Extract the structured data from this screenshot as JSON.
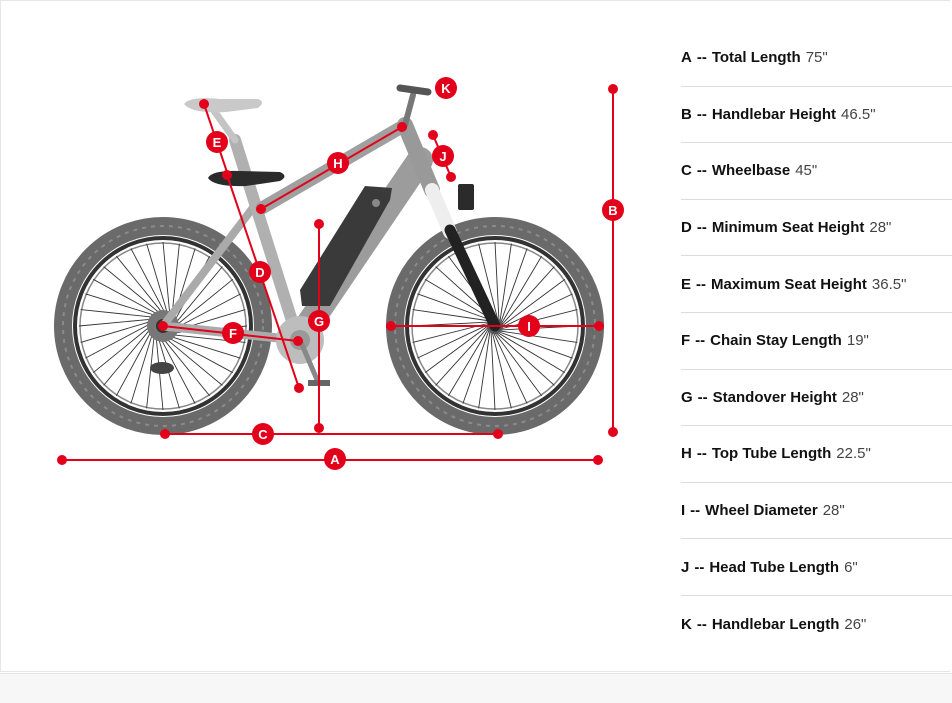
{
  "theme": {
    "accent": "#e2001a",
    "bike_gray": "#a9a9a9",
    "tire": "#555555"
  },
  "diagram_labels": [
    "A",
    "B",
    "C",
    "D",
    "E",
    "F",
    "G",
    "H",
    "I",
    "J",
    "K"
  ],
  "specs": [
    {
      "letter": "A",
      "sep": "--",
      "name": "Total Length",
      "value": "75\""
    },
    {
      "letter": "B",
      "sep": "--",
      "name": "Handlebar Height",
      "value": "46.5\""
    },
    {
      "letter": "C",
      "sep": "--",
      "name": "Wheelbase",
      "value": "45\""
    },
    {
      "letter": "D",
      "sep": "--",
      "name": "Minimum Seat Height",
      "value": "28\""
    },
    {
      "letter": "E",
      "sep": "--",
      "name": "Maximum Seat Height",
      "value": "36.5\""
    },
    {
      "letter": "F",
      "sep": "--",
      "name": "Chain Stay Length",
      "value": "19\""
    },
    {
      "letter": "G",
      "sep": "--",
      "name": "Standover Height",
      "value": "28\""
    },
    {
      "letter": "H",
      "sep": "--",
      "name": "Top Tube Length",
      "value": "22.5\""
    },
    {
      "letter": "I",
      "sep": "--",
      "name": "Wheel Diameter",
      "value": "28\""
    },
    {
      "letter": "J",
      "sep": "--",
      "name": "Head Tube Length",
      "value": "6\""
    },
    {
      "letter": "K",
      "sep": "--",
      "name": "Handlebar Length",
      "value": "26\""
    }
  ]
}
